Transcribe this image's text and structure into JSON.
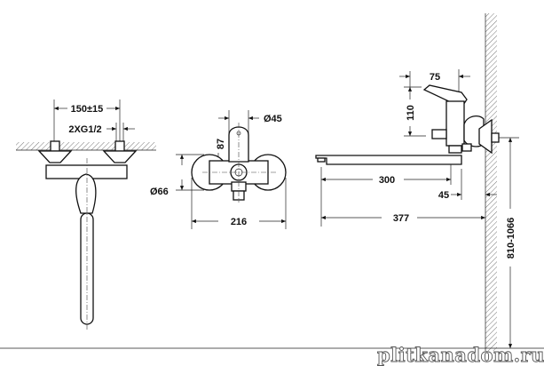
{
  "front_view": {
    "dim_spacing": "150±15",
    "dim_thread": "2XG1/2"
  },
  "top_view": {
    "dim_diameter_small": "Ø45",
    "dim_height": "87",
    "dim_diameter_large": "Ø66",
    "dim_width": "216"
  },
  "side_view": {
    "dim_lever": "75",
    "dim_lever_height": "110",
    "dim_spout": "300",
    "dim_wall_offset": "45",
    "dim_total_reach": "377",
    "dim_install_height": "810-1066"
  },
  "watermark": "plitkanadom.ru"
}
